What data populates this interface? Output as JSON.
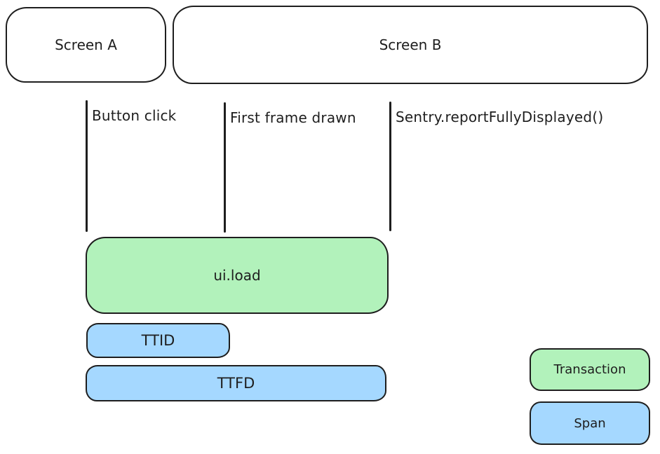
{
  "diagram": {
    "type": "timeline-diagram",
    "topic": "Screen load transaction timing (TTID / TTFD)"
  },
  "screens": [
    {
      "label": "Screen A"
    },
    {
      "label": "Screen B"
    }
  ],
  "events": [
    {
      "label": "Button click"
    },
    {
      "label": "First frame drawn"
    },
    {
      "label": "Sentry.reportFullyDisplayed()"
    }
  ],
  "bars": {
    "transaction": {
      "label": "ui.load",
      "kind": "transaction"
    },
    "ttid": {
      "label": "TTID",
      "kind": "span"
    },
    "ttfd": {
      "label": "TTFD",
      "kind": "span"
    }
  },
  "legend": [
    {
      "label": "Transaction",
      "color": "#b2f2bb"
    },
    {
      "label": "Span",
      "color": "#a5d8ff"
    }
  ],
  "colors": {
    "stroke": "#1e1e1e",
    "transaction_fill": "#b2f2bb",
    "span_fill": "#a5d8ff",
    "background": "#ffffff"
  }
}
